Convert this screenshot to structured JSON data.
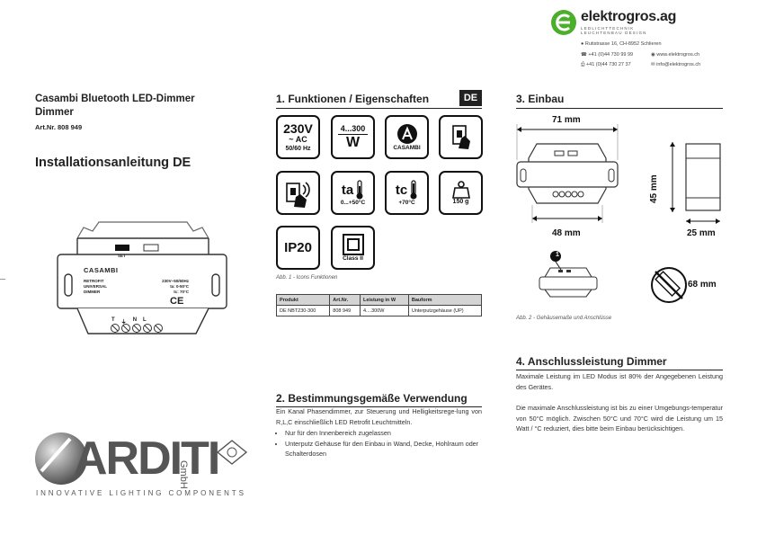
{
  "brand": {
    "name": "elektrogros.ag",
    "tagline": "LEDLICHTTECHNIK LEUCHTENBAU DESIGN",
    "address": "Rutistrasse 16, CH-8952 Schlieren",
    "tel": "+41 (0)44 730 99 99",
    "fax": "+41 (0)44 730 27 37",
    "web": "www.elektrogros.ch",
    "email": "info@elektrogros.ch",
    "accent": "#4caf2c"
  },
  "product": {
    "title_line1": "Casambi Bluetooth LED-Dimmer",
    "title_line2": "Dimmer",
    "art_no": "Art.Nr. 808 949",
    "manual_title": "Installationsanleitung DE"
  },
  "device": {
    "set_label": "SET",
    "brand_label": "CASAMBI",
    "text_left": [
      "RETROFIT",
      "UNIVERSAL",
      "DIMMER"
    ],
    "text_right": [
      "230V~50/60Hz",
      "ta: 0-50°C",
      "tc: 70°C"
    ],
    "terminals": [
      "T",
      "⏚",
      "N",
      "L"
    ],
    "ce": "CE"
  },
  "logo": {
    "name": "ARDITI",
    "suffix": "GmbH",
    "tagline": "INNOVATIVE LIGHTING COMPONENTS"
  },
  "section1": {
    "title": "1.  Funktionen / Eigenschaften",
    "lang_badge": "DE",
    "icons": {
      "voltage_main": "230V",
      "voltage_ac": "~ AC",
      "voltage_freq": "50/60 Hz",
      "power_range": "4...300",
      "power_unit": "W",
      "casambi": "CASAMBI",
      "ta": "ta",
      "ta_range": "0...+50°C",
      "tc": "tc",
      "tc_range": "+70°C",
      "weight": "150 g",
      "ip": "IP20",
      "class": "Class II"
    },
    "caption": "Abb. 1 - Icons Funktionen",
    "table": {
      "headers": [
        "Produkt",
        "Art.Nr.",
        "Leistung in W",
        "Bauform"
      ],
      "rows": [
        [
          "DE NBT230-300",
          "808 949",
          "4....300W",
          "Unterputzgehäuse (UP)"
        ]
      ]
    }
  },
  "section2": {
    "title": "2.  Bestimmungsgemäße Verwendung",
    "text": "Ein Kanal Phasendimmer, zur Steuerung und Helligkeitsrege-lung von R,L,C einschließlich LED Retrofit Leuchtmitteln.",
    "bullets": [
      "Nur für den Innenbereich zugelassen",
      "Unterputz Gehäuse für den Einbau in Wand, Decke, Hohlraum oder Schalterdosen"
    ]
  },
  "section3": {
    "title": "3.  Einbau",
    "dim_width": "71 mm",
    "dim_height": "45 mm",
    "dim_inner": "48 mm",
    "dim_depth": "25 mm",
    "dim_box": "68 mm",
    "marker": "1",
    "caption": "Abb. 2 - Gehäusemaße und Anschlüsse"
  },
  "section4": {
    "title": "4.  Anschlussleistung Dimmer",
    "p1": "Maximale Leistung im LED Modus ist 80% der Angegebenen Leistung des Gerätes.",
    "p2": "Die maximale Anschlussleistung ist bis zu einer Umgebungs-temperatur von 50°C möglich. Zwischen 50°C und 70°C wird die Leistung um 15 Watt / °C reduziert, dies bitte beim Einbau berücksichtigen."
  }
}
